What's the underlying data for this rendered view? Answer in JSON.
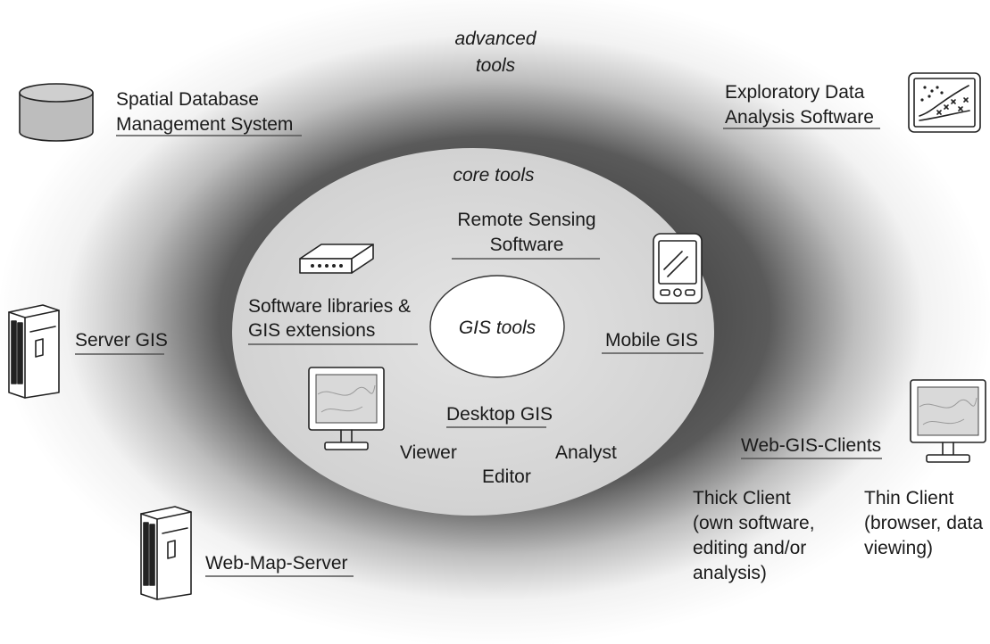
{
  "rings": {
    "advanced_label": "advanced\ntools",
    "core_label": "core tools",
    "center_label": "GIS tools"
  },
  "advanced_tools": {
    "spatial_db": "Spatial Database\nManagement System",
    "eda": "Exploratory Data\nAnalysis Software",
    "server_gis": "Server GIS",
    "web_map_server": "Web-Map-Server",
    "web_gis_clients": "Web-GIS-Clients",
    "thick_client": "Thick Client\n(own software,\nediting and/or\nanalysis)",
    "thin_client": "Thin Client\n(browser, data\nviewing)"
  },
  "core_tools": {
    "remote_sensing": "Remote Sensing\nSoftware",
    "software_libraries": "Software libraries &\nGIS extensions",
    "mobile_gis": "Mobile GIS",
    "desktop_gis": "Desktop GIS",
    "viewer": "Viewer",
    "editor": "Editor",
    "analyst": "Analyst"
  },
  "icons": [
    "database-icon",
    "scatterplot-monitor-icon",
    "server-tower-icon",
    "network-router-icon",
    "mobile-device-icon",
    "desktop-monitor-icon"
  ],
  "colors": {
    "outer_ring_dark": "#4a4a4a",
    "core_fill": "#d8d8d8",
    "center_fill": "#ffffff"
  }
}
